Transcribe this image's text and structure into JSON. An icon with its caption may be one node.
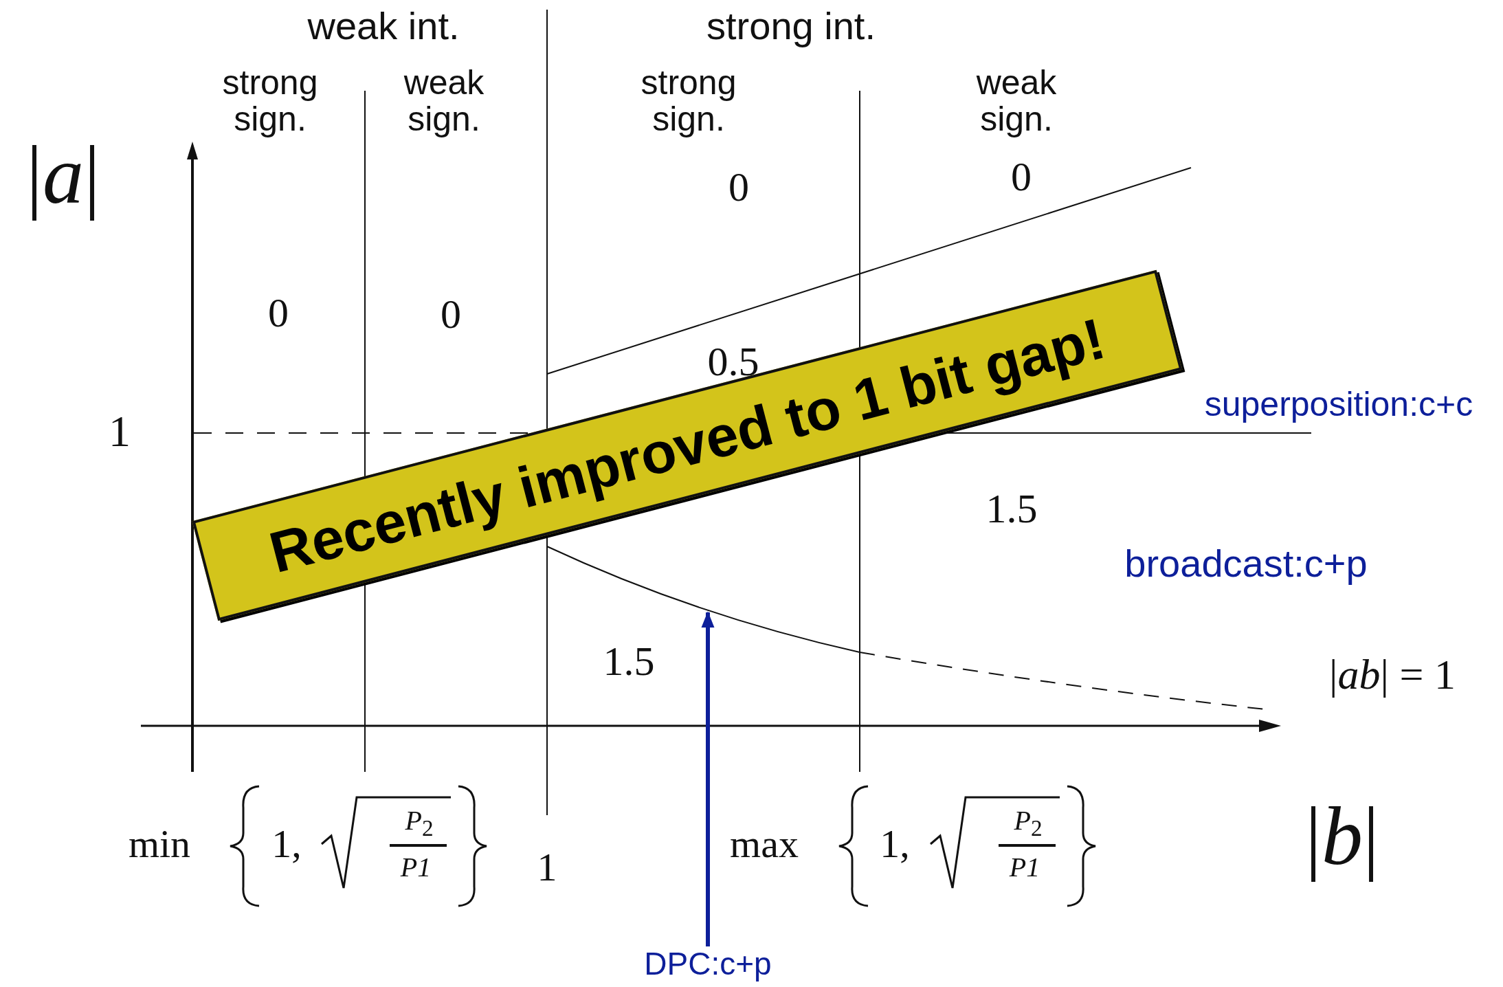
{
  "diagram": {
    "nodes": [
      {
        "text": [
          "Recently improved to 1 bit gap!"
        ]
      },
      {
        "text": [
          "DPC:c+p"
        ]
      },
      {
        "text": [],
        "shape": "curve"
      }
    ],
    "edges": [
      {
        "from": 1,
        "to": 2,
        "arrow": "to",
        "color": "#0d1f9a"
      }
    ],
    "labels": [
      "weak int.",
      "strong int.",
      "strong sign.",
      "weak sign.",
      "strong sign.",
      "weak sign.",
      "|*a*|",
      "0",
      "0",
      "0",
      "0",
      "0.5",
      "superposition:c+c",
      "1",
      "1.5",
      "broadcast:c+p",
      "1.5",
      "|*ab*| = 1",
      "|*b*|",
      "min",
      "1,",
      "*P*$_{2}$",
      "P1",
      "1",
      "max",
      "1,",
      "*P*$_{2}$",
      "P1"
    ]
  }
}
